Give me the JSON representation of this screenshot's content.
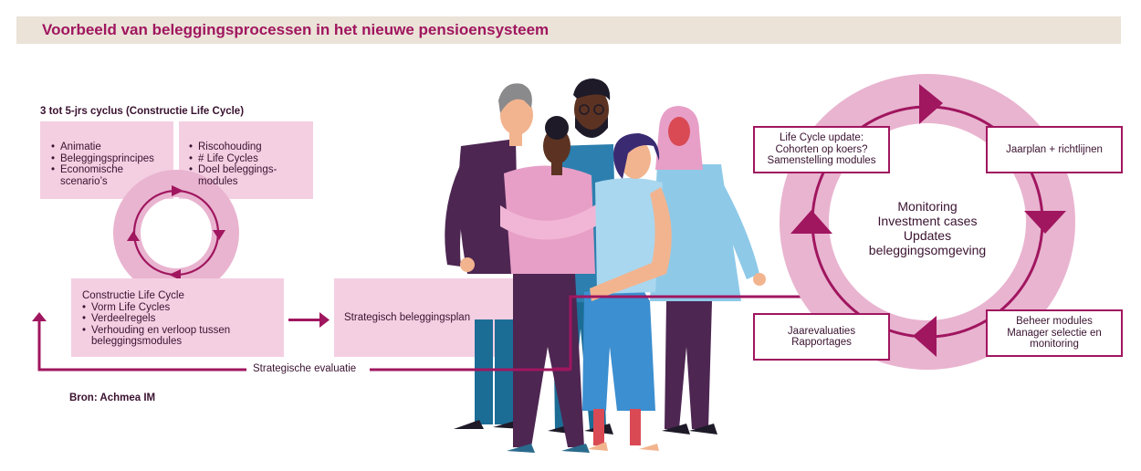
{
  "title": "Voorbeeld van beleggingsprocessen in het nieuwe pensioensysteem",
  "left_cycle": {
    "heading": "3 tot 5-jrs cyclus (Constructie Life Cycle)",
    "box1_items": [
      "Animatie",
      "Beleggingsprincipes",
      "Economische scenario’s"
    ],
    "box2_items": [
      "Riscohouding",
      "# Life Cycles",
      "Doel beleggings-modules"
    ],
    "box3_title": "Constructie Life Cycle",
    "box3_items": [
      "Vorm Life Cycles",
      "Verdeelregels",
      "Verhouding en verloop tussen beleggingsmodules"
    ]
  },
  "strategic_plan": "Strategisch beleggingsplan",
  "strategic_evaluation": "Strategische evaluatie",
  "source": "Bron: Achmea IM",
  "right_cycle": {
    "center_lines": [
      "Monitoring",
      "Investment cases",
      "Updates",
      "beleggingsomgeving"
    ],
    "top_left": [
      "Life Cycle update:",
      "Cohorten op koers?",
      "Samenstelling modules"
    ],
    "top_right": [
      "Jaarplan + richtlijnen"
    ],
    "bottom_right": [
      "Beheer modules",
      "Manager selectie en",
      "monitoring"
    ],
    "bottom_left": [
      "Jaarevaluaties",
      "Rapportages"
    ]
  },
  "colors": {
    "accent": "#a0165f",
    "pink_light": "#f4cfe2",
    "pink_ring": "#e9b4d0",
    "title_bg": "#ebe3d8",
    "text": "#3a1230"
  }
}
